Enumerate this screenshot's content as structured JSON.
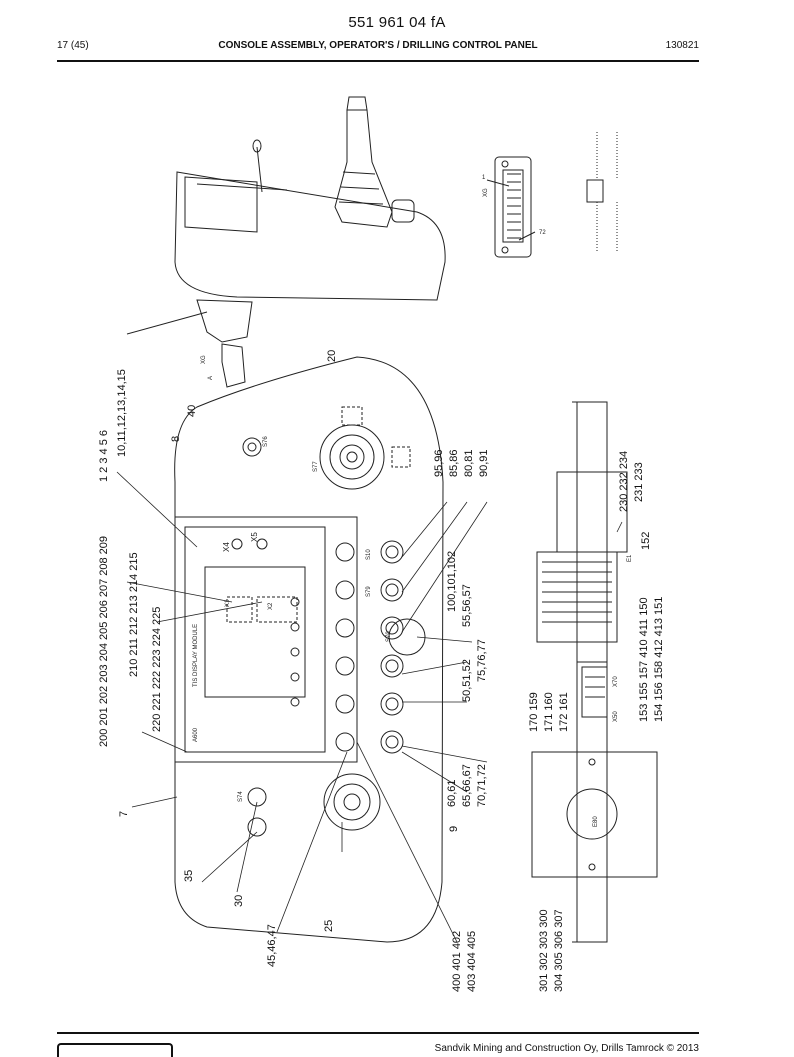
{
  "header": {
    "document_number": "551 961 04 fA",
    "page": "17 (45)",
    "title": "CONSOLE ASSEMBLY, OPERATOR'S / DRILLING CONTROL PANEL",
    "revision": "130821"
  },
  "footer": {
    "copyright": "Sandvik Mining and Construction Oy, Drills Tamrock © 2013"
  },
  "drawing": {
    "panel_labels": {
      "display": "TIS DISPLAY MODULE",
      "a600": "A600",
      "x4": "X4",
      "x5": "X5",
      "x1": "X1",
      "x2": "X2",
      "xg": "XG",
      "a": "A",
      "x70": "X70",
      "x50": "X50",
      "e1": "E1",
      "e80": "E80",
      "s74": "S74",
      "s77": "S77",
      "s76": "S76",
      "s79": "S79",
      "s10": "S10",
      "s70": "S70",
      "xg_pin1": "1",
      "xg_pin72": "72"
    },
    "callouts": [
      {
        "id": "c-10-15",
        "text": "10,11,12,13,14,15"
      },
      {
        "id": "c-1-6",
        "text": "1 2 3 4 5 6"
      },
      {
        "id": "c-40",
        "text": "40"
      },
      {
        "id": "c-8",
        "text": "8"
      },
      {
        "id": "c-20",
        "text": "20"
      },
      {
        "id": "c-200-209",
        "text": "200 201 202 203 204 205 206 207 208 209"
      },
      {
        "id": "c-210-215",
        "text": "210 211 212 213 214 215"
      },
      {
        "id": "c-220-225",
        "text": "220 221 222 223 224 225"
      },
      {
        "id": "c-95",
        "text": "95,96"
      },
      {
        "id": "c-85",
        "text": "85,86"
      },
      {
        "id": "c-80",
        "text": "80,81"
      },
      {
        "id": "c-90",
        "text": "90,91"
      },
      {
        "id": "c-100",
        "text": "100,101,102"
      },
      {
        "id": "c-55",
        "text": "55,56,57"
      },
      {
        "id": "c-75",
        "text": "75,76,77"
      },
      {
        "id": "c-50",
        "text": "50,51,52"
      },
      {
        "id": "c-60",
        "text": "60,61"
      },
      {
        "id": "c-65",
        "text": "65,66,67"
      },
      {
        "id": "c-70",
        "text": "70,71,72"
      },
      {
        "id": "c-7",
        "text": "7"
      },
      {
        "id": "c-9",
        "text": "9"
      },
      {
        "id": "c-35",
        "text": "35"
      },
      {
        "id": "c-30",
        "text": "30"
      },
      {
        "id": "c-25",
        "text": "25"
      },
      {
        "id": "c-45",
        "text": "45,46,47"
      },
      {
        "id": "c-400-402",
        "text": "400 401 402"
      },
      {
        "id": "c-403-405",
        "text": "403 404 405"
      },
      {
        "id": "c-170",
        "text": "170 159"
      },
      {
        "id": "c-171",
        "text": "171 160"
      },
      {
        "id": "c-172",
        "text": "172 161"
      },
      {
        "id": "c-153",
        "text": "153 155 157 410 411 150"
      },
      {
        "id": "c-154",
        "text": "154 156 158 412 413 151"
      },
      {
        "id": "c-152",
        "text": "152"
      },
      {
        "id": "c-230",
        "text": "230 232 234"
      },
      {
        "id": "c-231",
        "text": "231 233"
      },
      {
        "id": "c-301",
        "text": "301 302 303 300"
      },
      {
        "id": "c-304",
        "text": "304 305 306 307"
      }
    ]
  }
}
